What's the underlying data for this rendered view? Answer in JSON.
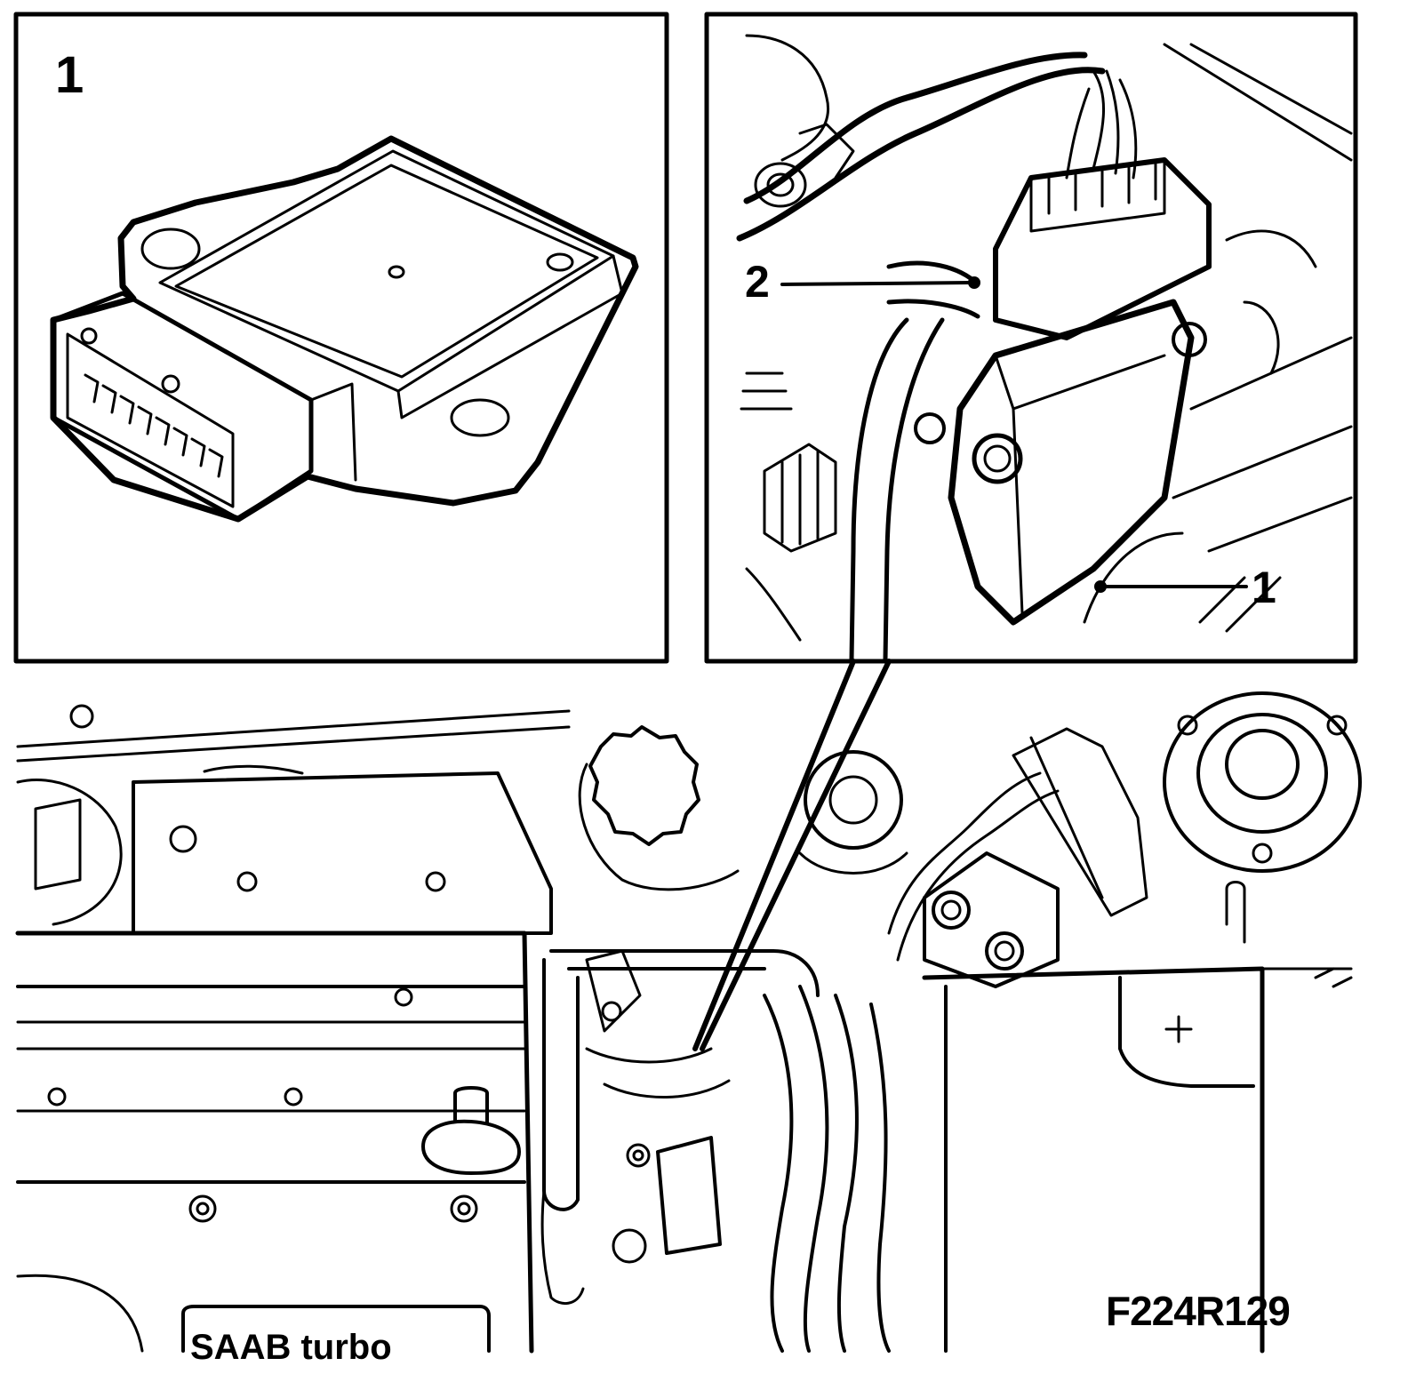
{
  "figure": {
    "code": "F224R129",
    "panel_left": {
      "number": "1"
    },
    "panel_right": {
      "callouts": [
        {
          "id": "1"
        },
        {
          "id": "2"
        }
      ]
    },
    "engine_bay": {
      "logo_text": "SAAB turbo"
    }
  },
  "colors": {
    "line": "#000000",
    "background": "#ffffff"
  }
}
